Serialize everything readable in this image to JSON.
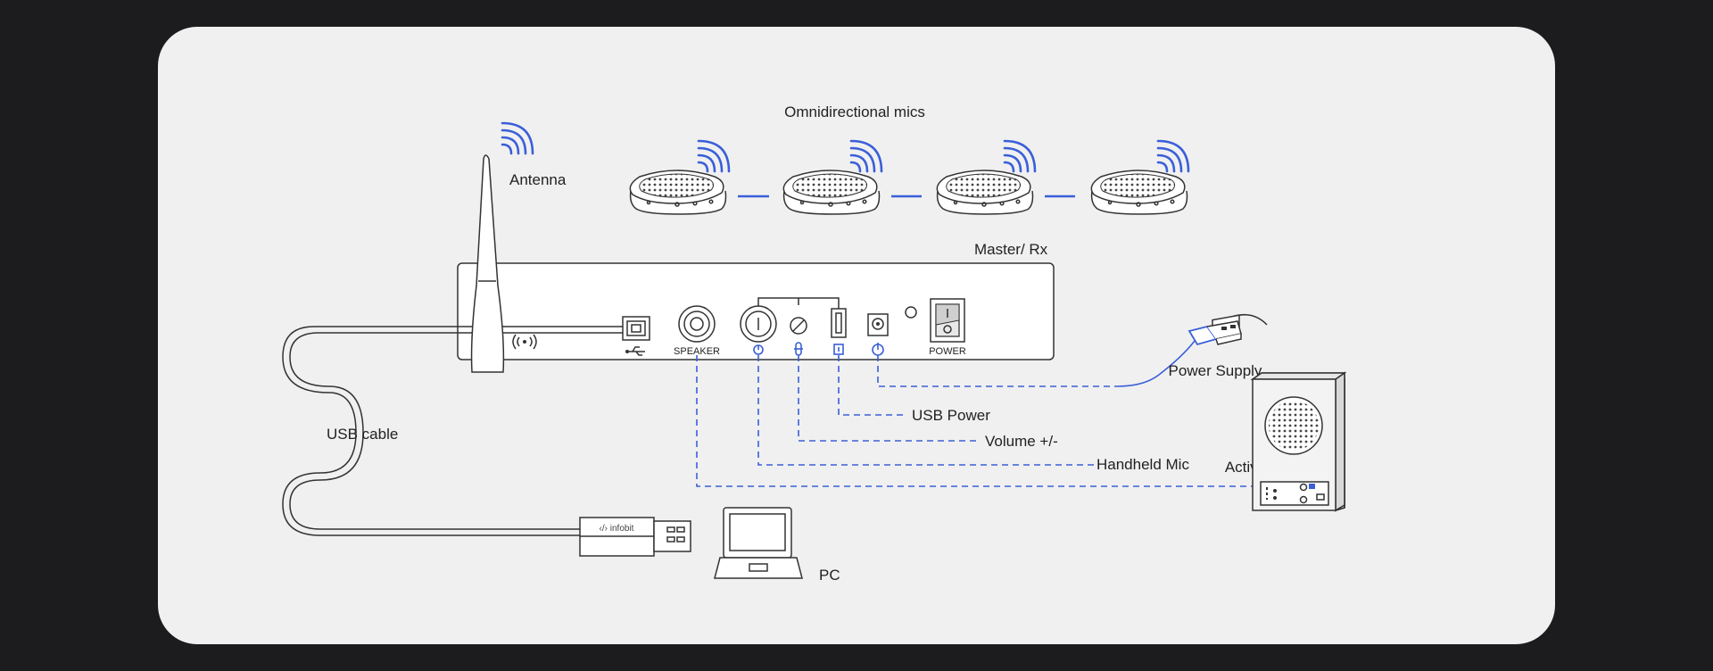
{
  "labels": {
    "omni_mics": "Omnidirectional mics",
    "antenna": "Antenna",
    "master_rx": "Master/ Rx",
    "usb_cable": "USB cable",
    "pc": "PC",
    "power_supply": "Power Supply",
    "active_speaker": "Active Speaker",
    "usb_power": "USB Power",
    "volume": "Volume +/-",
    "handheld_mic": "Handheld Mic"
  },
  "ports": {
    "speaker": "SPEAKER",
    "power": "POWER"
  },
  "dongle_brand": "‹/› infobit",
  "colors": {
    "background": "#1c1c1e",
    "panel": "#f0f0f0",
    "accent": "#3a5fd8",
    "line": "#333333"
  },
  "icons": {
    "mic": "omnidirectional-mic-icon",
    "wireless": "wireless-waves-icon",
    "usb": "usb-symbol-icon",
    "laptop": "laptop-icon",
    "speaker": "active-speaker-icon",
    "power_plug": "power-plug-icon"
  }
}
